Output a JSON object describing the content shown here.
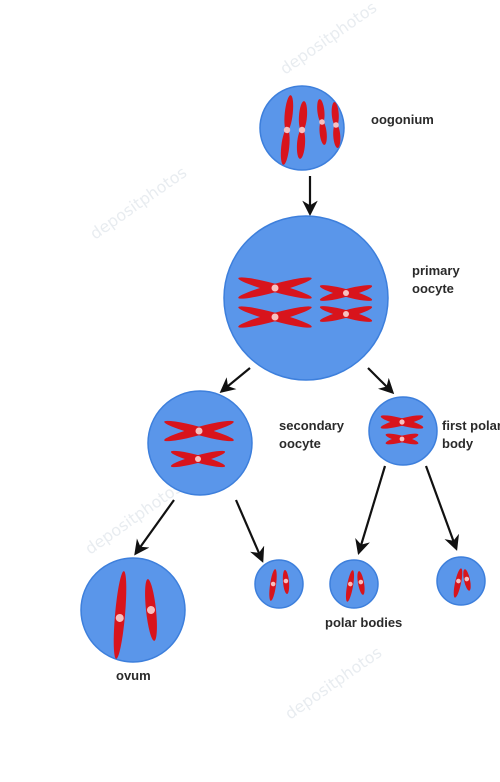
{
  "labels": {
    "oogonium": "oogonium",
    "primary_line1": "primary",
    "primary_line2": "oocyte",
    "secondary_line1": "secondary",
    "secondary_line2": "oocyte",
    "firstpolar_line1": "first polar",
    "firstpolar_line2": "body",
    "polar_bodies": "polar bodies",
    "ovum": "ovum"
  },
  "watermark": "depositphotos",
  "colors": {
    "cell_fill": "#5a96ea",
    "cell_edge": "#3d7fdc",
    "chromosome": "#d8141c",
    "centromere": "#f6c0c0",
    "arrow": "#111111",
    "text": "#2a2a2a"
  },
  "icons": {
    "chromosome": "chromosome-icon",
    "arrow": "arrow-down-icon"
  }
}
